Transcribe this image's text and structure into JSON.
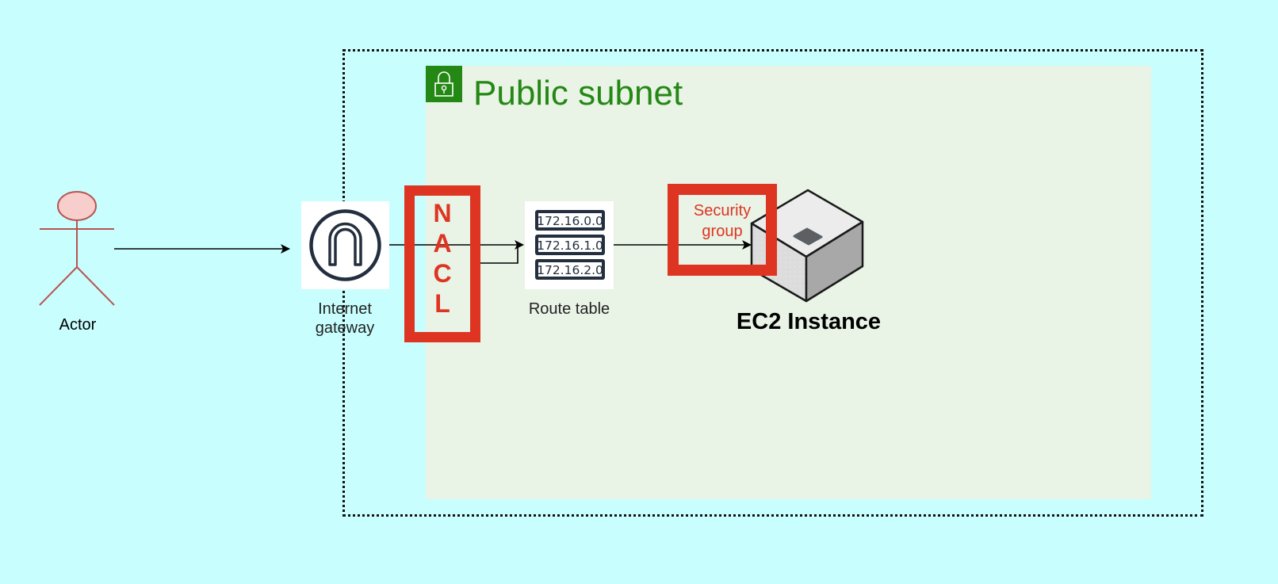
{
  "diagram": {
    "colors": {
      "background": "#c8fefe",
      "subnet_fill": "#e9f3e6",
      "subnet_accent": "#248814",
      "highlight_red": "#dd3522",
      "actor_stroke": "#b85450",
      "actor_fill": "#f8cecc",
      "icon_dark": "#232f3e"
    },
    "vpc": {
      "border_style": "dotted"
    },
    "subnet": {
      "title": "Public subnet",
      "icon": "lock-icon"
    },
    "actor": {
      "label": "Actor",
      "icon": "stick-figure-icon"
    },
    "internet_gateway": {
      "label": "Internet gateway",
      "icon": "internet-gateway-icon"
    },
    "nacl": {
      "label": "NACL",
      "letters": [
        "N",
        "A",
        "C",
        "L"
      ]
    },
    "route_table": {
      "label": "Route table",
      "icon": "route-table-icon",
      "routes": [
        "172.16.0.0",
        "172.16.1.0",
        "172.16.2.0"
      ]
    },
    "security_group": {
      "label": "Security group",
      "line1": "Security",
      "line2": "group"
    },
    "ec2": {
      "label": "EC2 Instance",
      "icon": "ec2-cube-icon"
    },
    "edges": [
      {
        "from": "Actor",
        "to": "Internet gateway"
      },
      {
        "from": "Internet gateway",
        "to": "Route table"
      },
      {
        "from": "Route table",
        "to": "EC2 Instance"
      }
    ]
  }
}
